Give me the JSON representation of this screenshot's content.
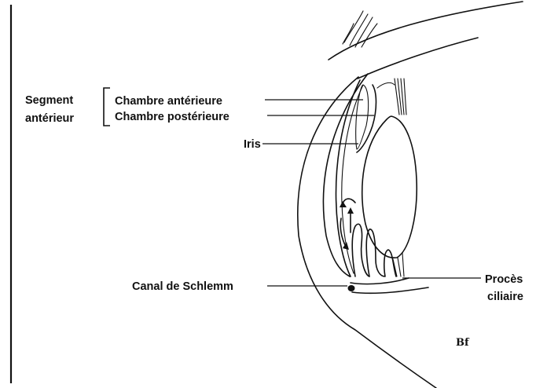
{
  "labels": {
    "segment_line1": "Segment",
    "segment_line2": "antérieur",
    "chambre_anterieure": "Chambre antérieure",
    "chambre_posterieure": "Chambre postérieure",
    "iris": "Iris",
    "canal": "Canal de Schlemm",
    "proces_line1": "Procès",
    "proces_line2": "ciliaire",
    "signature": "Bf"
  }
}
